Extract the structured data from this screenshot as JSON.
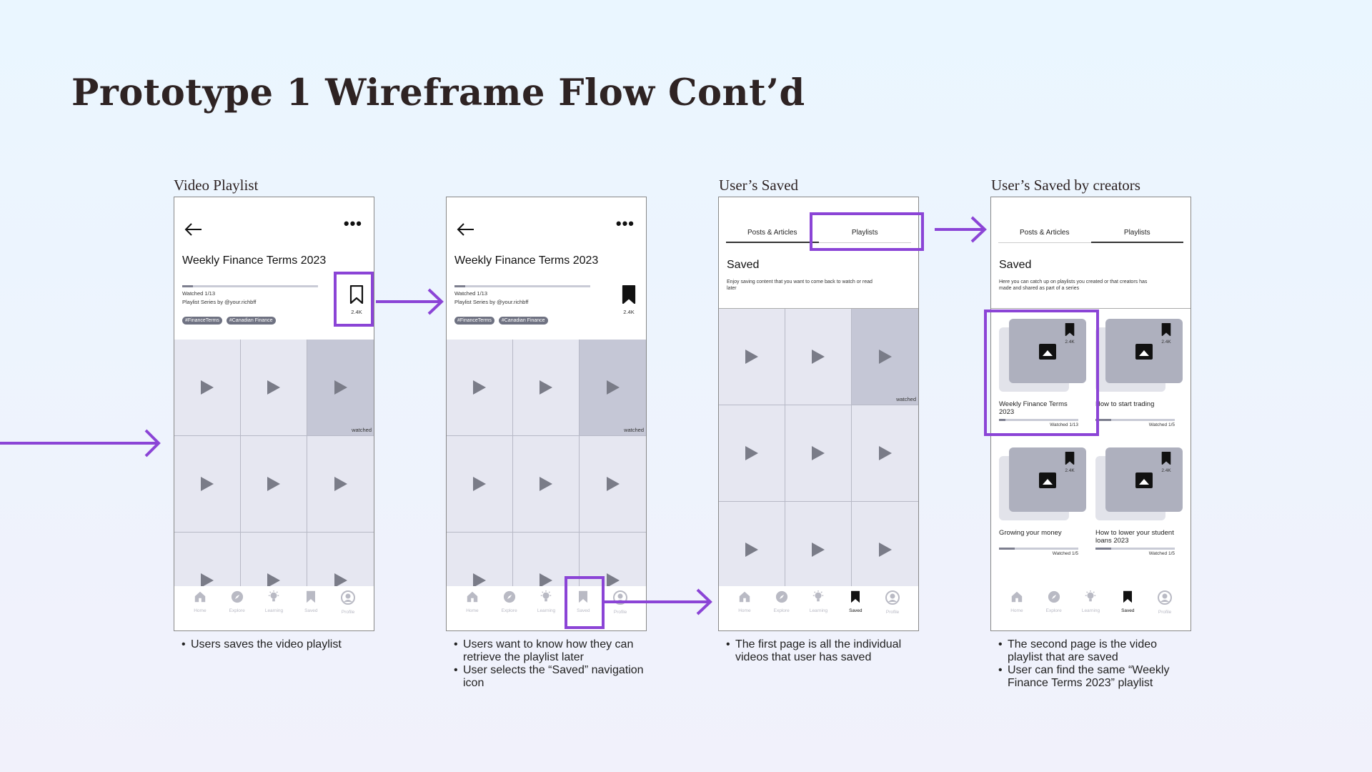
{
  "page": {
    "title": "Prototype 1 Wireframe Flow Cont’d"
  },
  "labels": {
    "frame1": "Video Playlist",
    "frame3": "User’s Saved",
    "frame4": "User’s Saved by creators"
  },
  "playlist": {
    "title": "Weekly Finance Terms 2023",
    "watched": "Watched 1/13",
    "series": "Playlist Series by @your.richbff",
    "save_count": "2.4K",
    "tags": [
      "#FinanceTerms",
      "#Canadian Finance"
    ],
    "watched_label": "watched",
    "progress": 0.077
  },
  "nav": [
    "Home",
    "Explore",
    "Learning",
    "Saved",
    "Profile"
  ],
  "saved": {
    "tabs": [
      "Posts & Articles",
      "Playlists"
    ],
    "heading": "Saved",
    "desc_posts": "Enjoy saving content that you want to come back to watch or read later",
    "desc_playlists": "Here you can catch up on playlists you created or that creators has made and shared as part of a series",
    "watched_label": "watched"
  },
  "cards": [
    {
      "name": "Weekly Finance Terms 2023",
      "watched": "Watched 1/13",
      "count": "2.4K",
      "progress": 0.077
    },
    {
      "name": "How to start trading",
      "watched": "Watched 1/5",
      "count": "2.4K",
      "progress": 0.2
    },
    {
      "name": "Growing your money",
      "watched": "Watched 1/5",
      "count": "2.4K",
      "progress": 0.2
    },
    {
      "name": "How to lower your student loans 2023",
      "watched": "Watched 1/5",
      "count": "2.4K",
      "progress": 0.2
    }
  ],
  "captions": {
    "c1": [
      "Users saves the video playlist"
    ],
    "c2": [
      "Users want to know how they can retrieve the playlist later",
      "User selects the “Saved” navigation icon"
    ],
    "c3": [
      "The first page is all the individual videos that user has saved"
    ],
    "c4": [
      "The second page is the video playlist that are saved",
      "User can find the same “Weekly Finance Terms 2023” playlist"
    ]
  },
  "colors": {
    "accent": "#8b44d6",
    "muted": "#7a7c88"
  }
}
